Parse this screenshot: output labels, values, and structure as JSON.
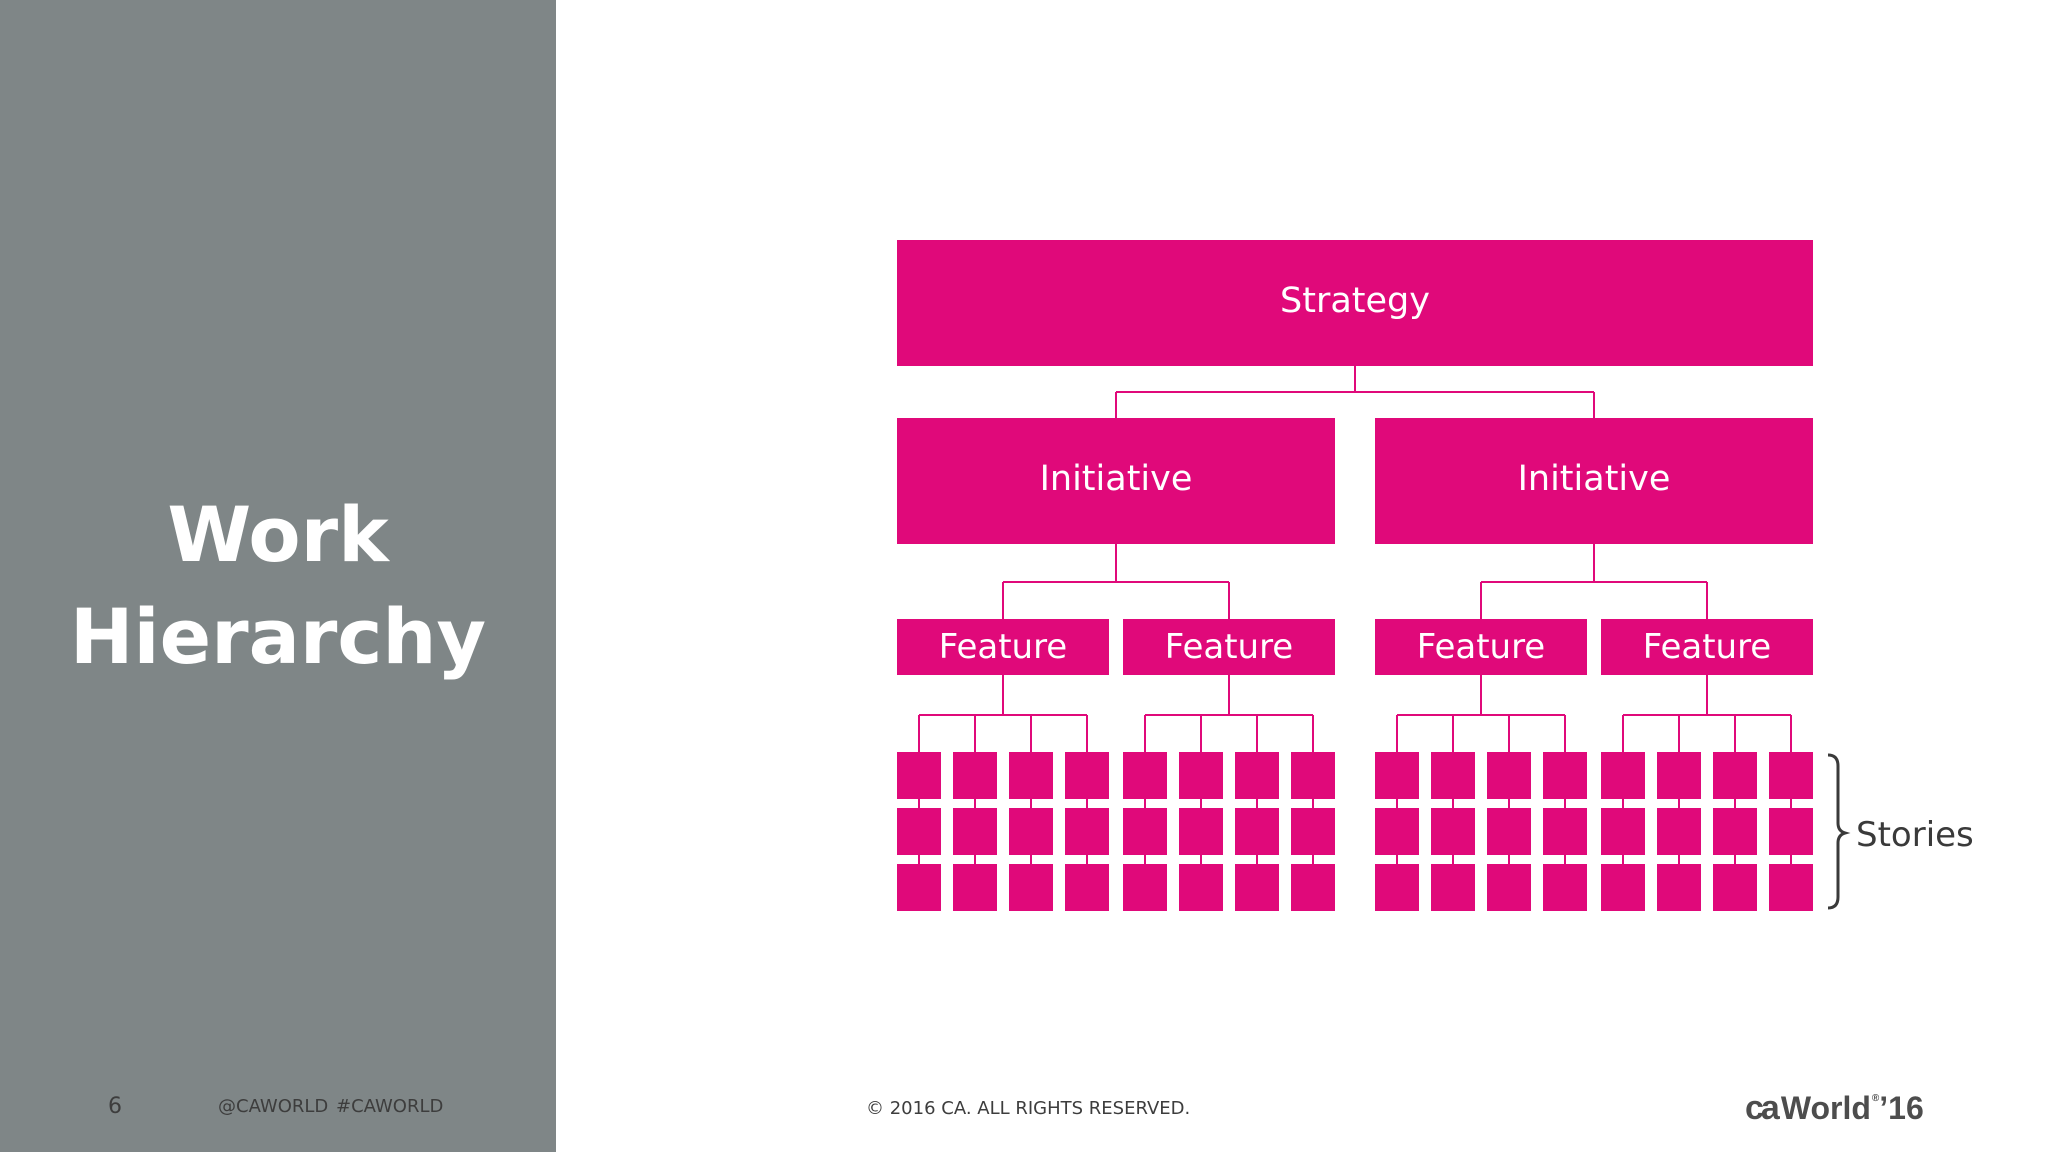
{
  "sidebar": {
    "title_line1": "Work",
    "title_line2": "Hierarchy"
  },
  "footer": {
    "page_number": "6",
    "twitter_handle": "@CAWORLD",
    "hashtag": "#CAWORLD",
    "copyright": "© 2016 CA. ALL RIGHTS RESERVED.",
    "logo": {
      "mark": "ca",
      "word": "World",
      "registered": "®",
      "year": "’16"
    }
  },
  "diagram": {
    "accent_color": "#e0097a",
    "strategy": "Strategy",
    "initiatives": [
      {
        "label": "Initiative",
        "features": [
          {
            "label": "Feature"
          },
          {
            "label": "Feature"
          }
        ]
      },
      {
        "label": "Initiative",
        "features": [
          {
            "label": "Feature"
          },
          {
            "label": "Feature"
          }
        ]
      }
    ],
    "stories_per_feature": {
      "columns": 4,
      "rows": 3
    },
    "stories_label": "Stories"
  },
  "colors": {
    "sidebar_bg": "#7f8687",
    "accent": "#e0097a",
    "text_dark": "#3d3d3d"
  }
}
